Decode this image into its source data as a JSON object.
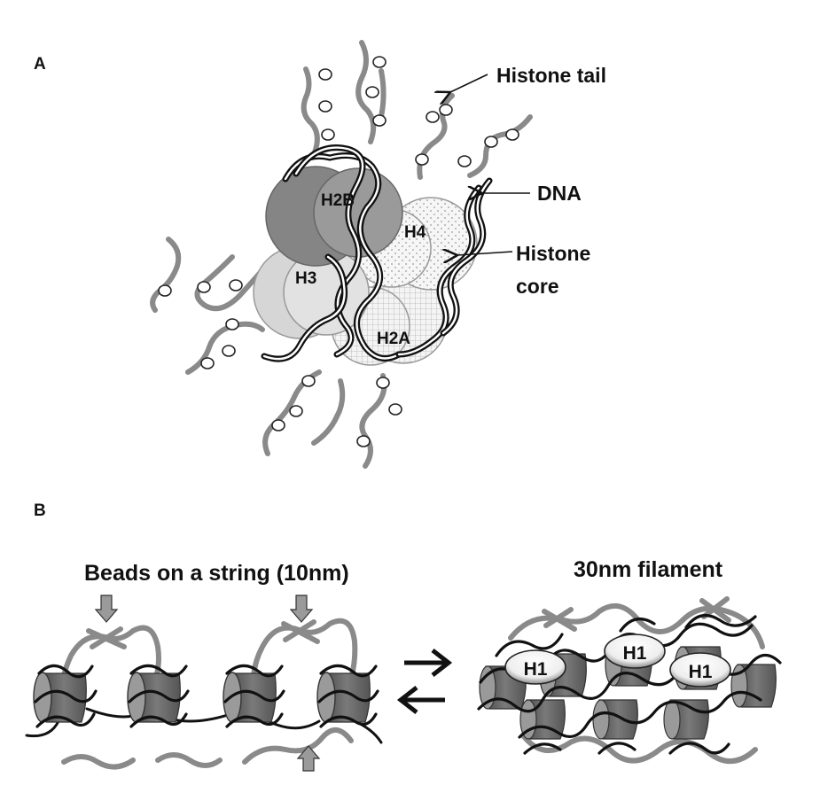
{
  "panel_a": {
    "label": "A",
    "labels": {
      "histone_tail": "Histone tail",
      "dna": "DNA",
      "histone_core_line1": "Histone",
      "histone_core_line2": "core"
    },
    "histones": [
      "H2B",
      "H4",
      "H3",
      "H2A"
    ]
  },
  "panel_b": {
    "label": "B",
    "beads_title": "Beads on a string (10nm)",
    "filament_title": "30nm filament",
    "linker_histone": "H1"
  }
}
